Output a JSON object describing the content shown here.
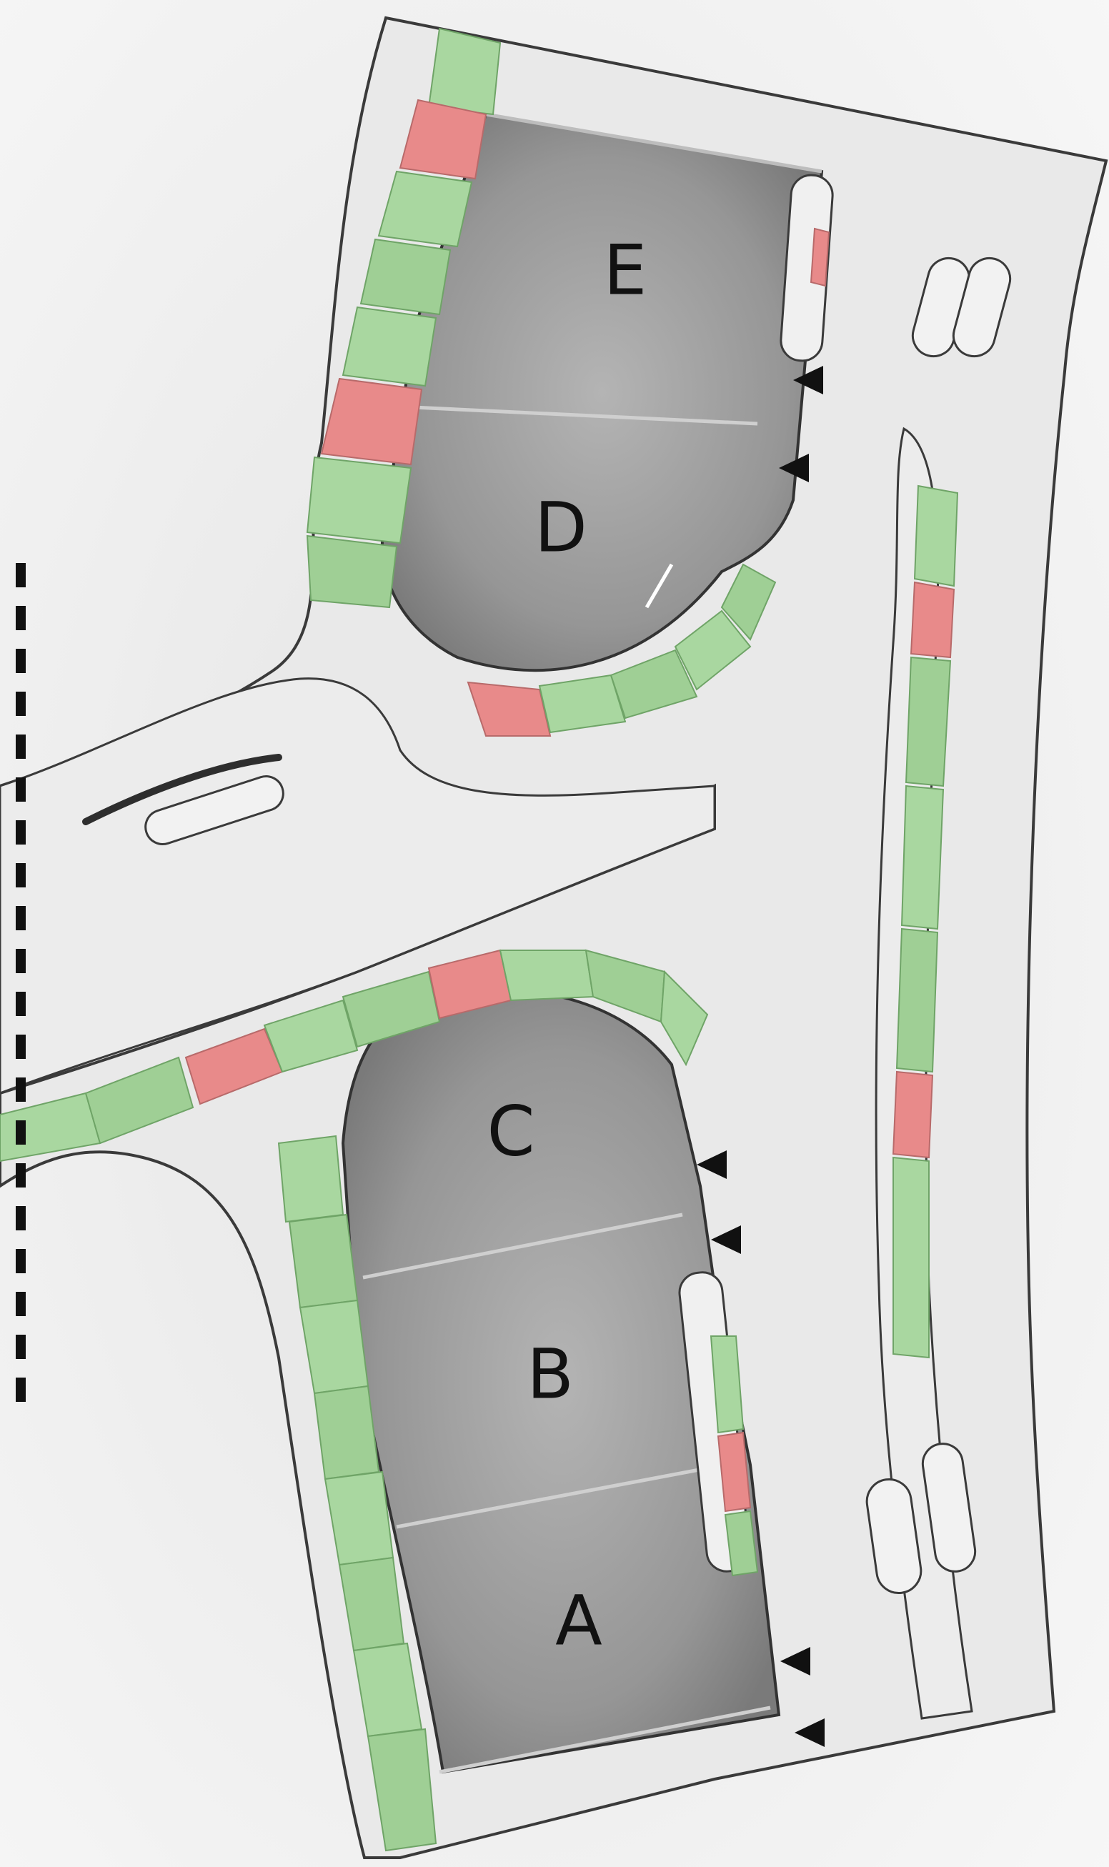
{
  "figure": {
    "segments": [
      {
        "id": "A",
        "label": "A"
      },
      {
        "id": "B",
        "label": "B"
      },
      {
        "id": "C",
        "label": "C"
      },
      {
        "id": "D",
        "label": "D"
      },
      {
        "id": "E",
        "label": "E"
      }
    ],
    "colors": {
      "background": "#f4f4f4",
      "membrane": "#eaeaea",
      "membrane_outline": "#3a3a3a",
      "lumen_dark": "#8e8e8e",
      "lumen_light": "#d8d8d8",
      "tile_green": "#a8d8a0",
      "tile_green_dark": "#7fb878",
      "tile_red": "#e88a8a",
      "arrowhead": "#111111",
      "scale_dash": "#111111"
    }
  }
}
